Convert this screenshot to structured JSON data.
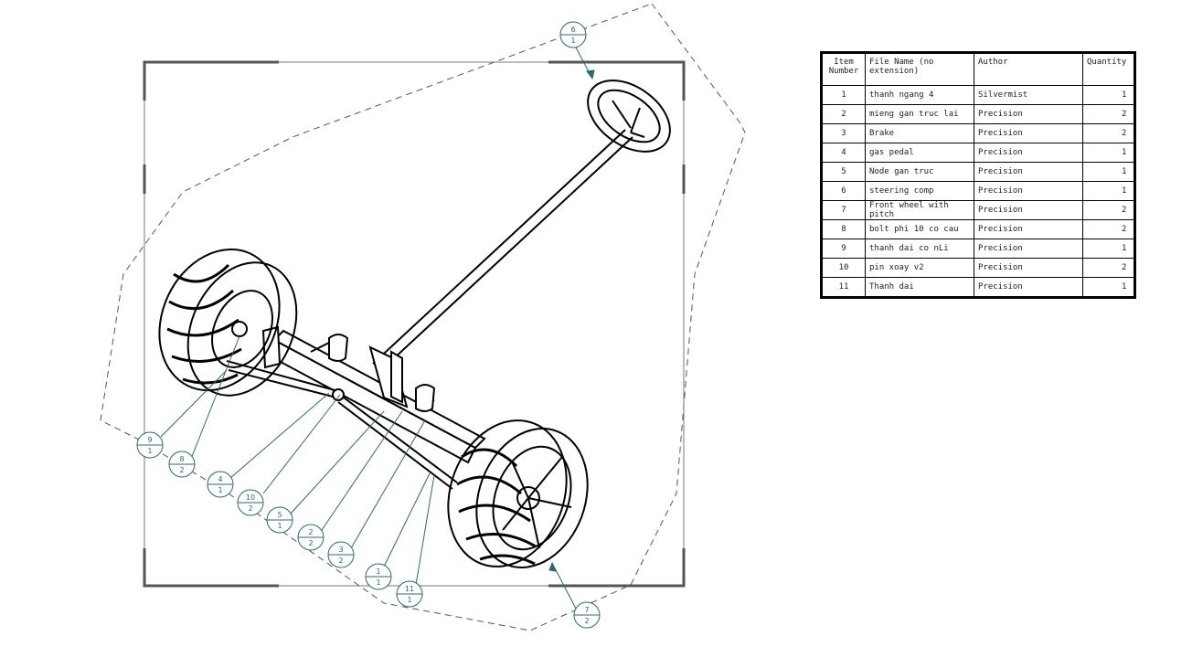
{
  "bom": {
    "headers": {
      "item": "Item Number",
      "file": "File Name (no extension)",
      "author": "Author",
      "qty": "Quantity"
    },
    "rows": [
      {
        "item": "1",
        "file": "thanh ngang 4",
        "author": "Silvermist",
        "qty": "1"
      },
      {
        "item": "2",
        "file": "mieng gan truc lai",
        "author": "Precision",
        "qty": "2"
      },
      {
        "item": "3",
        "file": "Brake",
        "author": "Precision",
        "qty": "2"
      },
      {
        "item": "4",
        "file": "gas pedal",
        "author": "Precision",
        "qty": "1"
      },
      {
        "item": "5",
        "file": "Node gan truc",
        "author": "Precision",
        "qty": "1"
      },
      {
        "item": "6",
        "file": "steering comp",
        "author": "Precision",
        "qty": "1"
      },
      {
        "item": "7",
        "file": "Front wheel with pitch",
        "author": "Precision",
        "qty": "2"
      },
      {
        "item": "8",
        "file": "bolt phi 10 co cau",
        "author": "Precision",
        "qty": "2"
      },
      {
        "item": "9",
        "file": "thanh dai co nLi",
        "author": "Precision",
        "qty": "1"
      },
      {
        "item": "10",
        "file": "pin xoay v2",
        "author": "Precision",
        "qty": "2"
      },
      {
        "item": "11",
        "file": "Thanh dai",
        "author": "Precision",
        "qty": "1"
      }
    ]
  },
  "balloons": [
    {
      "item": "6",
      "qty": "1"
    },
    {
      "item": "9",
      "qty": "1"
    },
    {
      "item": "8",
      "qty": "2"
    },
    {
      "item": "4",
      "qty": "1"
    },
    {
      "item": "10",
      "qty": "2"
    },
    {
      "item": "5",
      "qty": "1"
    },
    {
      "item": "2",
      "qty": "2"
    },
    {
      "item": "3",
      "qty": "2"
    },
    {
      "item": "1",
      "qty": "1"
    },
    {
      "item": "11",
      "qty": "1"
    },
    {
      "item": "7",
      "qty": "2"
    }
  ],
  "colors": {
    "balloon": "#2a6b6b",
    "line": "#000000",
    "boundary": "#555555"
  }
}
